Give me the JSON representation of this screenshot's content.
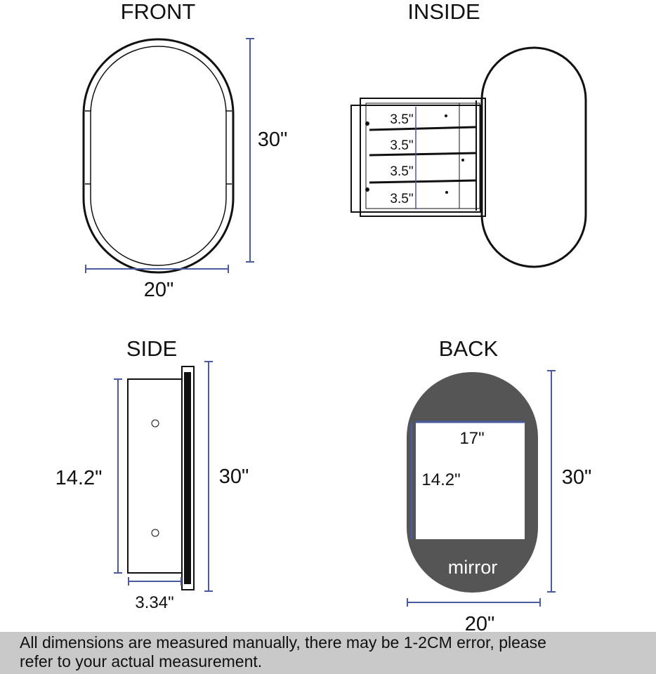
{
  "views": {
    "front": {
      "title": "FRONT",
      "height_label": "30\"",
      "width_label": "20\""
    },
    "inside": {
      "title": "INSIDE",
      "shelf_gaps": [
        "3.5\"",
        "3.5\"",
        "3.5\"",
        "3.5\""
      ]
    },
    "side": {
      "title": "SIDE",
      "box_height_label": "14.2\"",
      "total_height_label": "30\"",
      "depth_label": "3.34\""
    },
    "back": {
      "title": "BACK",
      "box_width_label": "17\"",
      "box_height_label": "14.2\"",
      "total_height_label": "30\"",
      "width_label": "20\"",
      "mirror_label": "mirror"
    }
  },
  "colors": {
    "dimension_line": "#4a5aa0",
    "outline": "#111111",
    "back_fill": "#555555",
    "footer_bg": "#c9c9c9"
  },
  "footer": {
    "line1": "All dimensions are measured manually, there may be 1-2CM error, please",
    "line2": "refer to your actual measurement."
  }
}
